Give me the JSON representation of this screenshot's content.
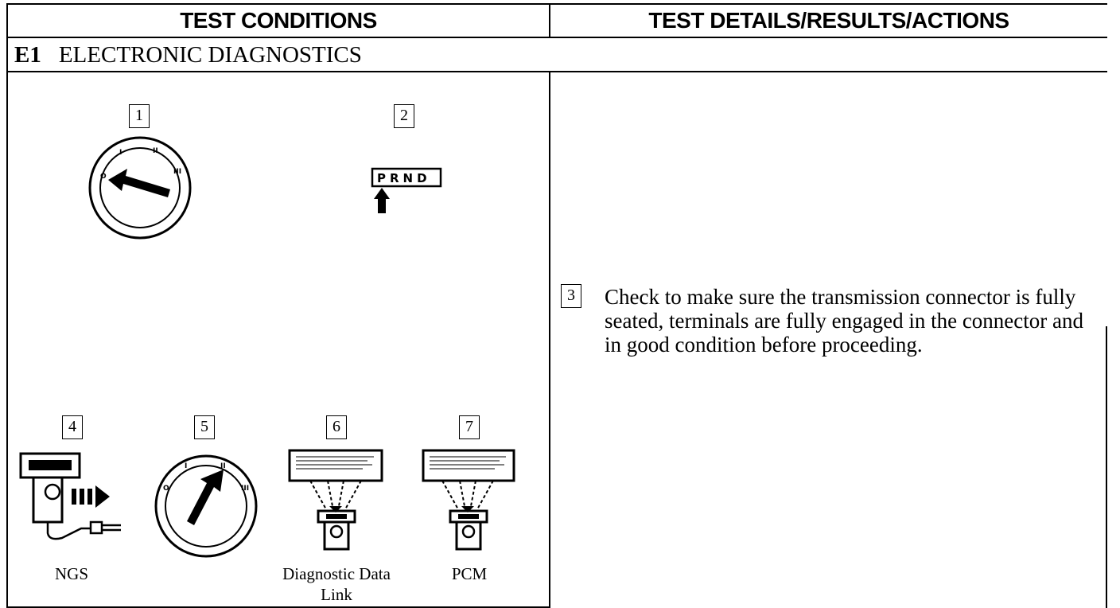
{
  "header": {
    "left_title": "TEST CONDITIONS",
    "right_title": "TEST DETAILS/RESULTS/ACTIONS"
  },
  "section": {
    "code": "E1",
    "title": "ELECTRONIC DIAGNOSTICS"
  },
  "steps": {
    "s1": "1",
    "s2": "2",
    "s3": "3",
    "s4": "4",
    "s5": "5",
    "s6": "6",
    "s7": "7"
  },
  "gear_selector": "PRND",
  "captions": {
    "ngs": "NGS",
    "ddl_line1": "Diagnostic Data",
    "ddl_line2": "Link",
    "pcm": "PCM"
  },
  "instruction": "Check to make sure the transmission connector is fully seated, terminals are fully engaged in the connector and in good condition before proceeding."
}
